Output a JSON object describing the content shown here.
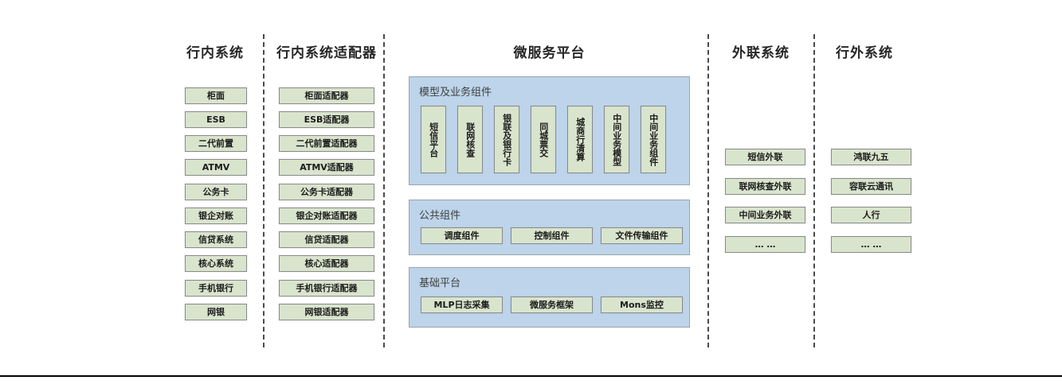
{
  "columns": [
    {
      "id": "in-bank",
      "title": "行内系统",
      "nodes": [
        "柜面",
        "ESB",
        "二代前置",
        "ATMV",
        "公务卡",
        "银企对账",
        "信贷系统",
        "核心系统",
        "手机银行",
        "网银"
      ]
    },
    {
      "id": "in-bank-adapter",
      "title": "行内系统适配器",
      "nodes": [
        "柜面适配器",
        "ESB适配器",
        "二代前置适配器",
        "ATMV适配器",
        "公务卡适配器",
        "银企对账适配器",
        "信贷适配器",
        "核心适配器",
        "手机银行适配器",
        "网银适配器"
      ]
    },
    {
      "id": "external-link",
      "title": "外联系统",
      "nodes": [
        "短信外联",
        "联网核查外联",
        "中间业务外联",
        "… …"
      ]
    },
    {
      "id": "out-bank",
      "title": "行外系统",
      "nodes": [
        "鸿联九五",
        "容联云通讯",
        "人行",
        "… …"
      ]
    }
  ],
  "platform": {
    "title": "微服务平台",
    "groups": [
      {
        "id": "model-business",
        "title": "模型及业务组件",
        "orientation": "vertical",
        "nodes": [
          "短信平台",
          "联网核查",
          "银联及银行卡",
          "同城票交",
          "城商行清算",
          "中间业务模型",
          "中间业务组件"
        ]
      },
      {
        "id": "public-components",
        "title": "公共组件",
        "orientation": "horizontal",
        "nodes": [
          "调度组件",
          "控制组件",
          "文件传输组件"
        ]
      },
      {
        "id": "base-platform",
        "title": "基础平台",
        "orientation": "horizontal",
        "nodes": [
          "MLP日志采集",
          "微服务框架",
          "Mons监控"
        ]
      }
    ]
  },
  "colors": {
    "node_fill": "#d9e4cd",
    "node_border": "#8a8a8a",
    "group_fill": "#bdd4ea",
    "group_border": "#9aa4ad",
    "divider": "#4a4a4a",
    "text": "#1b1b1b",
    "group_title_text": "#404040"
  }
}
